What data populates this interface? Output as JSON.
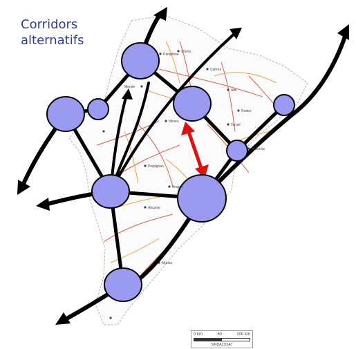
{
  "title": {
    "line1": "Corridors",
    "line2": "alternatifs"
  },
  "scale": {
    "start": "0 km",
    "mid": "50",
    "end": "100 km",
    "credit": "SIRDAZUSAT"
  },
  "colors": {
    "node_fill": "#9a9af0",
    "arrow": "#000000",
    "highlight_arrow": "#e01010",
    "title": "#2f3d9a",
    "road_red": "#e05a4a",
    "road_orange": "#f0a040",
    "border": "#b0b0b0"
  },
  "towns": [
    "Pamplona",
    "Vitoria",
    "Cahors",
    "Albi",
    "Rodez",
    "Mende",
    "Nîmes",
    "Perpignan",
    "Aragon",
    "Teruel",
    "Valencia",
    "Alicante",
    "Murcia"
  ]
}
